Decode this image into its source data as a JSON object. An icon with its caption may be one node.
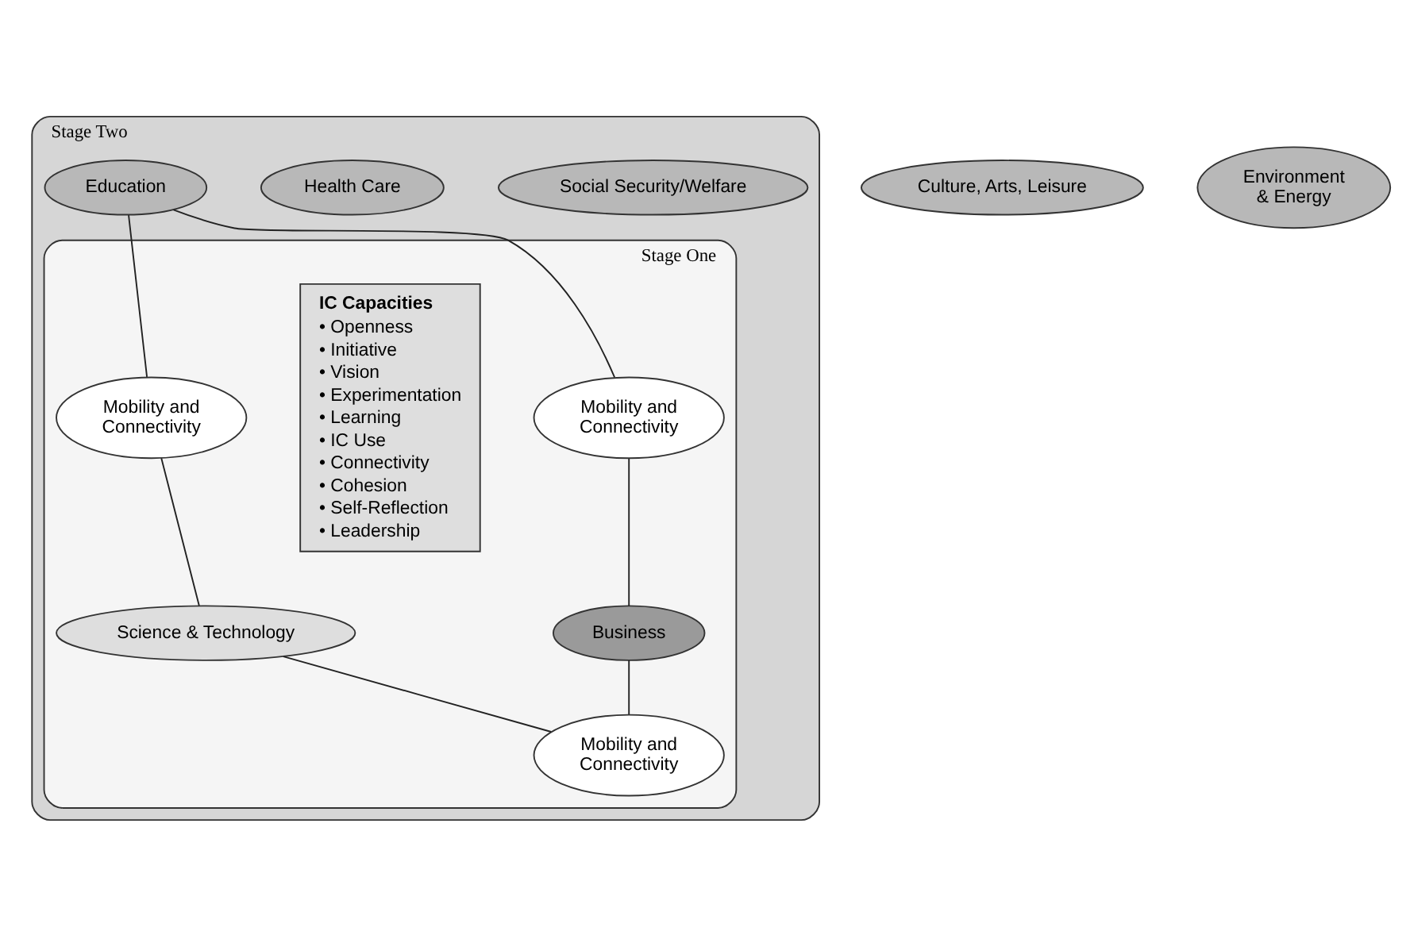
{
  "diagram": {
    "nodes": [
      {
        "text": [
          "Stage Two"
        ]
      },
      {
        "text": [
          "Stage One"
        ],
        "in": 0
      },
      {
        "text": [
          "Social Security/Welfare"
        ],
        "in": 0
      },
      {
        "text": [
          "Health Care"
        ],
        "in": 0
      },
      {
        "text": [
          "Culture, Arts, Leisure"
        ]
      },
      {
        "text": [
          "Environment & Energy"
        ]
      },
      {
        "text": [
          "Education"
        ],
        "in": 0
      },
      {
        "text": [
          "Mobility and Connectivity"
        ],
        "in": 1
      },
      {
        "text": [
          "IC Capacities",
          "• Openness",
          "• Initiative",
          "• Vision",
          "• Experimentation",
          "• Learning",
          "• IC Use",
          "• Connectivity",
          "• Cohesion",
          "• Self-Reflection",
          "• Leadership"
        ],
        "in": 1
      },
      {
        "text": [
          "Mobility and Connectivity"
        ],
        "in": 1
      },
      {
        "text": [
          "Business"
        ],
        "in": 1
      },
      {
        "text": [
          "Science & Technology"
        ],
        "in": 1
      },
      {
        "text": [
          "Mobility and Connectivity"
        ],
        "in": 1
      }
    ],
    "edges": [
      {
        "from": 6,
        "to": 7,
        "arrow": "none"
      },
      {
        "from": 7,
        "to": 10,
        "arrow": "none"
      },
      {
        "from": 6,
        "to": 9,
        "arrow": "none"
      },
      {
        "from": 9,
        "to": 11,
        "arrow": "none"
      },
      {
        "from": 10,
        "to": 12,
        "arrow": "none"
      },
      {
        "from": 12,
        "to": 11,
        "arrow": "none"
      }
    ]
  }
}
